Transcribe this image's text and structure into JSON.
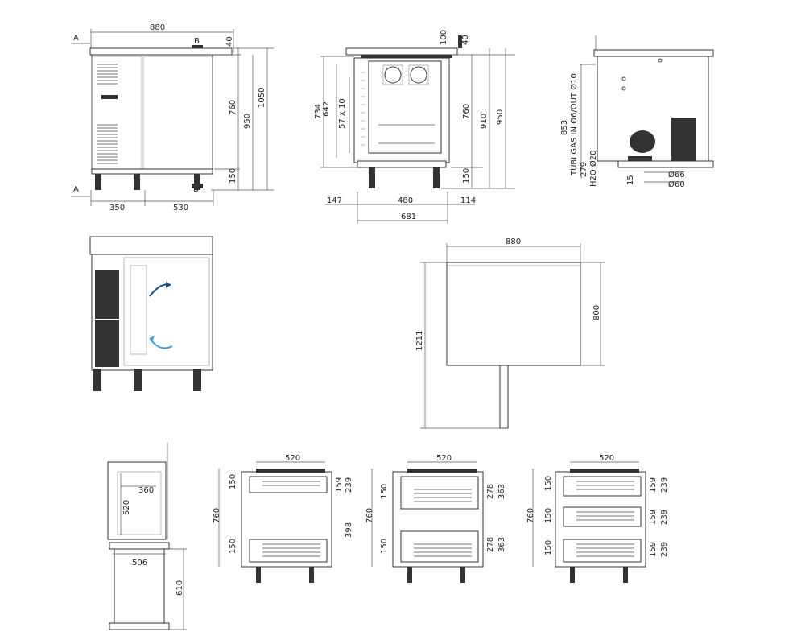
{
  "front": {
    "section_a": "A",
    "section_b": "B",
    "width_total": "880",
    "top_h": "40",
    "h_760": "760",
    "h_950": "950",
    "h_1050": "1050",
    "h_150": "150",
    "w_350": "350",
    "w_530": "530"
  },
  "section": {
    "top_100": "100",
    "top_40": "40",
    "h_734": "734",
    "h_642": "642",
    "shelves": "57 x 10",
    "h_760": "760",
    "h_910": "910",
    "h_950": "950",
    "h_150": "150",
    "w_147": "147",
    "w_480": "480",
    "w_114": "114",
    "w_681": "681"
  },
  "side": {
    "pipe_label": "TUBI GAS IN Ø6/OUT Ø10",
    "water_label": "H2O Ø20",
    "h_853": "853",
    "h_279": "279",
    "h_15": "15",
    "d_66": "Ø66",
    "d_60": "Ø60"
  },
  "plan": {
    "w_880": "880",
    "h_800": "800",
    "h_1211": "1211"
  },
  "small_section": {
    "w_360": "360",
    "h_520": "520",
    "w_506": "506",
    "h_610": "610"
  },
  "drawer1": {
    "w_520": "520",
    "h_760": "760",
    "d_150a": "150",
    "d_150b": "150",
    "d_159": "159",
    "d_239": "239",
    "d_398": "398"
  },
  "drawer2": {
    "w_520": "520",
    "h_760": "760",
    "d_150a": "150",
    "d_150b": "150",
    "d_278a": "278",
    "d_363a": "363",
    "d_278b": "278",
    "d_363b": "363"
  },
  "drawer3": {
    "w_520": "520",
    "h_760": "760",
    "d_150a": "150",
    "d_150b": "150",
    "d_150c": "150",
    "d_159a": "159",
    "d_239a": "239",
    "d_159b": "159",
    "d_239b": "239",
    "d_159c": "159",
    "d_239c": "239"
  }
}
